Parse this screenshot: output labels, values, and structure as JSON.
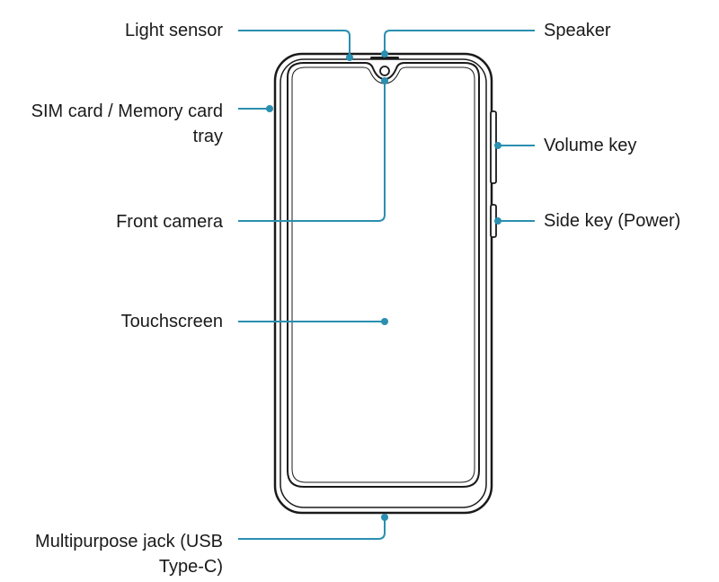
{
  "labels": {
    "light_sensor": "Light sensor",
    "sim_tray_line1": "SIM card / Memory card",
    "sim_tray_line2": "tray",
    "front_camera": "Front camera",
    "touchscreen": "Touchscreen",
    "usb_jack_line1": "Multipurpose jack (USB",
    "usb_jack_line2": "Type-C)",
    "speaker": "Speaker",
    "volume_key": "Volume key",
    "side_key": "Side key (Power)"
  },
  "colors": {
    "callout": "#2a8fb0",
    "outline": "#1a1a1a",
    "text": "#1a1a1a"
  }
}
